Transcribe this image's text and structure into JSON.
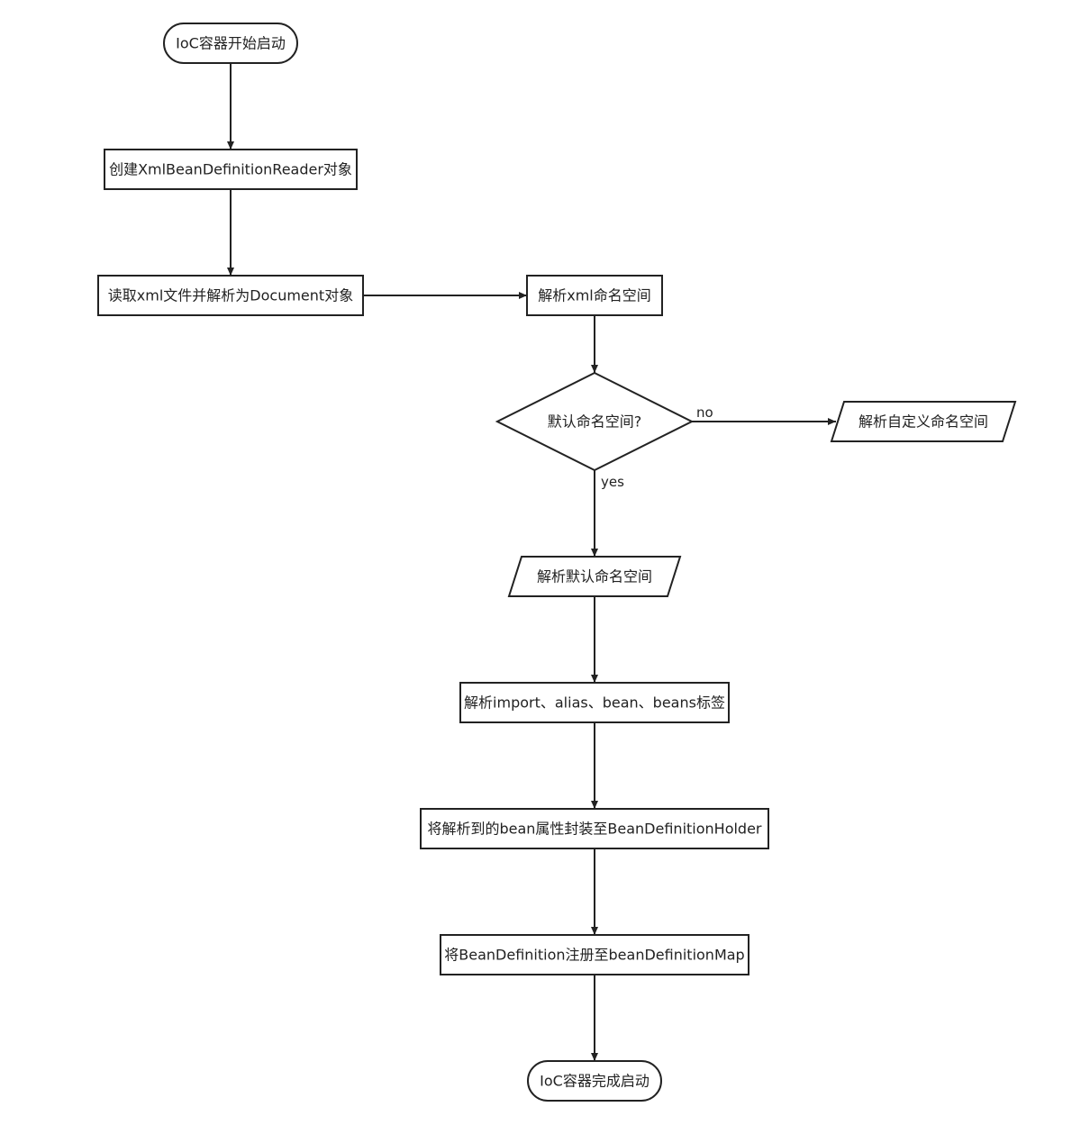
{
  "diagram": {
    "type": "flowchart",
    "nodes": [
      {
        "id": "start",
        "shape": "terminator",
        "label": "IoC容器开始启动"
      },
      {
        "id": "create_reader",
        "shape": "process",
        "label": "创建XmlBeanDefinitionReader对象"
      },
      {
        "id": "read_xml",
        "shape": "process",
        "label": "读取xml文件并解析为Document对象"
      },
      {
        "id": "parse_namespace",
        "shape": "process",
        "label": "解析xml命名空间"
      },
      {
        "id": "is_default",
        "shape": "decision",
        "label": "默认命名空间?"
      },
      {
        "id": "parse_custom",
        "shape": "data",
        "label": "解析自定义命名空间"
      },
      {
        "id": "parse_default",
        "shape": "data",
        "label": "解析默认命名空间"
      },
      {
        "id": "parse_tags",
        "shape": "process",
        "label": "解析import、alias、bean、beans标签"
      },
      {
        "id": "wrap_holder",
        "shape": "process",
        "label": "将解析到的bean属性封装至BeanDefinitionHolder"
      },
      {
        "id": "register",
        "shape": "process",
        "label": "将BeanDefinition注册至beanDefinitionMap"
      },
      {
        "id": "end",
        "shape": "terminator",
        "label": "IoC容器完成启动"
      }
    ],
    "edges": [
      {
        "from": "start",
        "to": "create_reader",
        "label": ""
      },
      {
        "from": "create_reader",
        "to": "read_xml",
        "label": ""
      },
      {
        "from": "read_xml",
        "to": "parse_namespace",
        "label": ""
      },
      {
        "from": "parse_namespace",
        "to": "is_default",
        "label": ""
      },
      {
        "from": "is_default",
        "to": "parse_custom",
        "label": "no"
      },
      {
        "from": "is_default",
        "to": "parse_default",
        "label": "yes"
      },
      {
        "from": "parse_default",
        "to": "parse_tags",
        "label": ""
      },
      {
        "from": "parse_tags",
        "to": "wrap_holder",
        "label": ""
      },
      {
        "from": "wrap_holder",
        "to": "register",
        "label": ""
      },
      {
        "from": "register",
        "to": "end",
        "label": ""
      }
    ]
  }
}
